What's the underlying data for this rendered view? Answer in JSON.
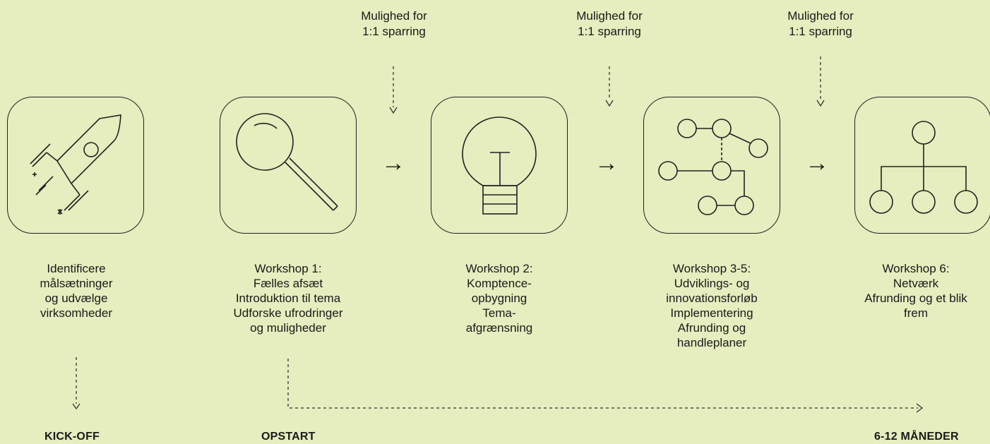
{
  "notes": [
    {
      "text": "Mulighed for\n1:1 sparring"
    },
    {
      "text": "Mulighed for\n1:1 sparring"
    },
    {
      "text": "Mulighed for\n1:1 sparring"
    }
  ],
  "steps": [
    {
      "icon": "rocket-icon",
      "text": "Identificere\nmålsætninger\nog udvælge\nvirksomheder"
    },
    {
      "icon": "magnifier-icon",
      "text": "Workshop 1:\nFælles afsæt\nIntroduktion til tema\nUdforske ufrodringer\nog muligheder"
    },
    {
      "icon": "lightbulb-icon",
      "text": "Workshop 2:\nKomptence-\nopbygning\nTema-\nafgrænsning"
    },
    {
      "icon": "network-icon",
      "text": "Workshop 3-5:\nUdviklings- og\ninnovationsforløb\nImplementering\nAfrunding og\nhandleplaner"
    },
    {
      "icon": "hierarchy-icon",
      "text": "Workshop 6:\nNetværk\nAfrunding og et blik\nfrem"
    }
  ],
  "arrow_glyph": "→",
  "phases": {
    "kickoff": "KICK-OFF",
    "opstart": "OPSTART",
    "duration": "6-12 MÅNEDER"
  }
}
